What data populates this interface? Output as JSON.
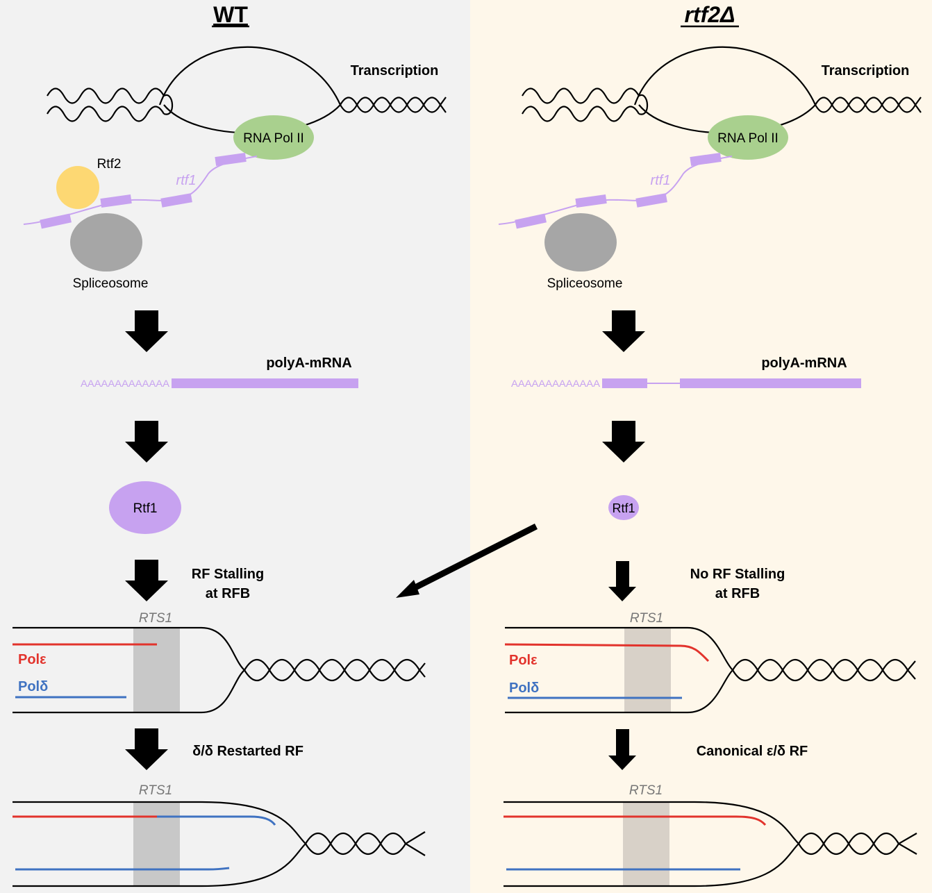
{
  "wt": {
    "title": "WT",
    "transcription": "Transcription",
    "rna_pol": "RNA Pol II",
    "rtf2": "Rtf2",
    "rtf1_gene": "rtf1",
    "spliceosome": "Spliceosome",
    "mrna": "polyA-mRNA",
    "polya": "AAAAAAAAAAAAA",
    "rtf1_protein": "Rtf1",
    "step_stalling_1": "RF Stalling",
    "step_stalling_2": "at RFB",
    "rts1_top": "RTS1",
    "pol_e": "Polε",
    "pol_d": "Polδ",
    "step_restart": "δ/δ Restarted RF",
    "rts1_bottom": "RTS1"
  },
  "mutant": {
    "title": "rtf2Δ",
    "transcription": "Transcription",
    "rna_pol": "RNA Pol II",
    "rtf1_gene": "rtf1",
    "spliceosome": "Spliceosome",
    "mrna": "polyA-mRNA",
    "polya": "AAAAAAAAAAAAA",
    "rtf1_protein": "Rtf1",
    "step_stalling_1": "No RF Stalling",
    "step_stalling_2": "at RFB",
    "rts1_top": "RTS1",
    "pol_e": "Polε",
    "pol_d": "Polδ",
    "step_restart": "Canonical ε/δ RF",
    "rts1_bottom": "RTS1"
  },
  "colors": {
    "wt_panel_bg": "#f2f2f2",
    "mutant_panel_bg": "#fef7ea",
    "rna_purple": "#c7a2f0",
    "pol2_green": "#a9d08e",
    "rtf2_yellow": "#fdd873",
    "spliceosome_gray": "#a6a6a6",
    "pol_epsilon_red": "#e2332c",
    "pol_delta_blue": "#3f72c1",
    "rts1_band_wt": "#c8c8c8",
    "rts1_band_mutant": "#d8d1c8"
  }
}
